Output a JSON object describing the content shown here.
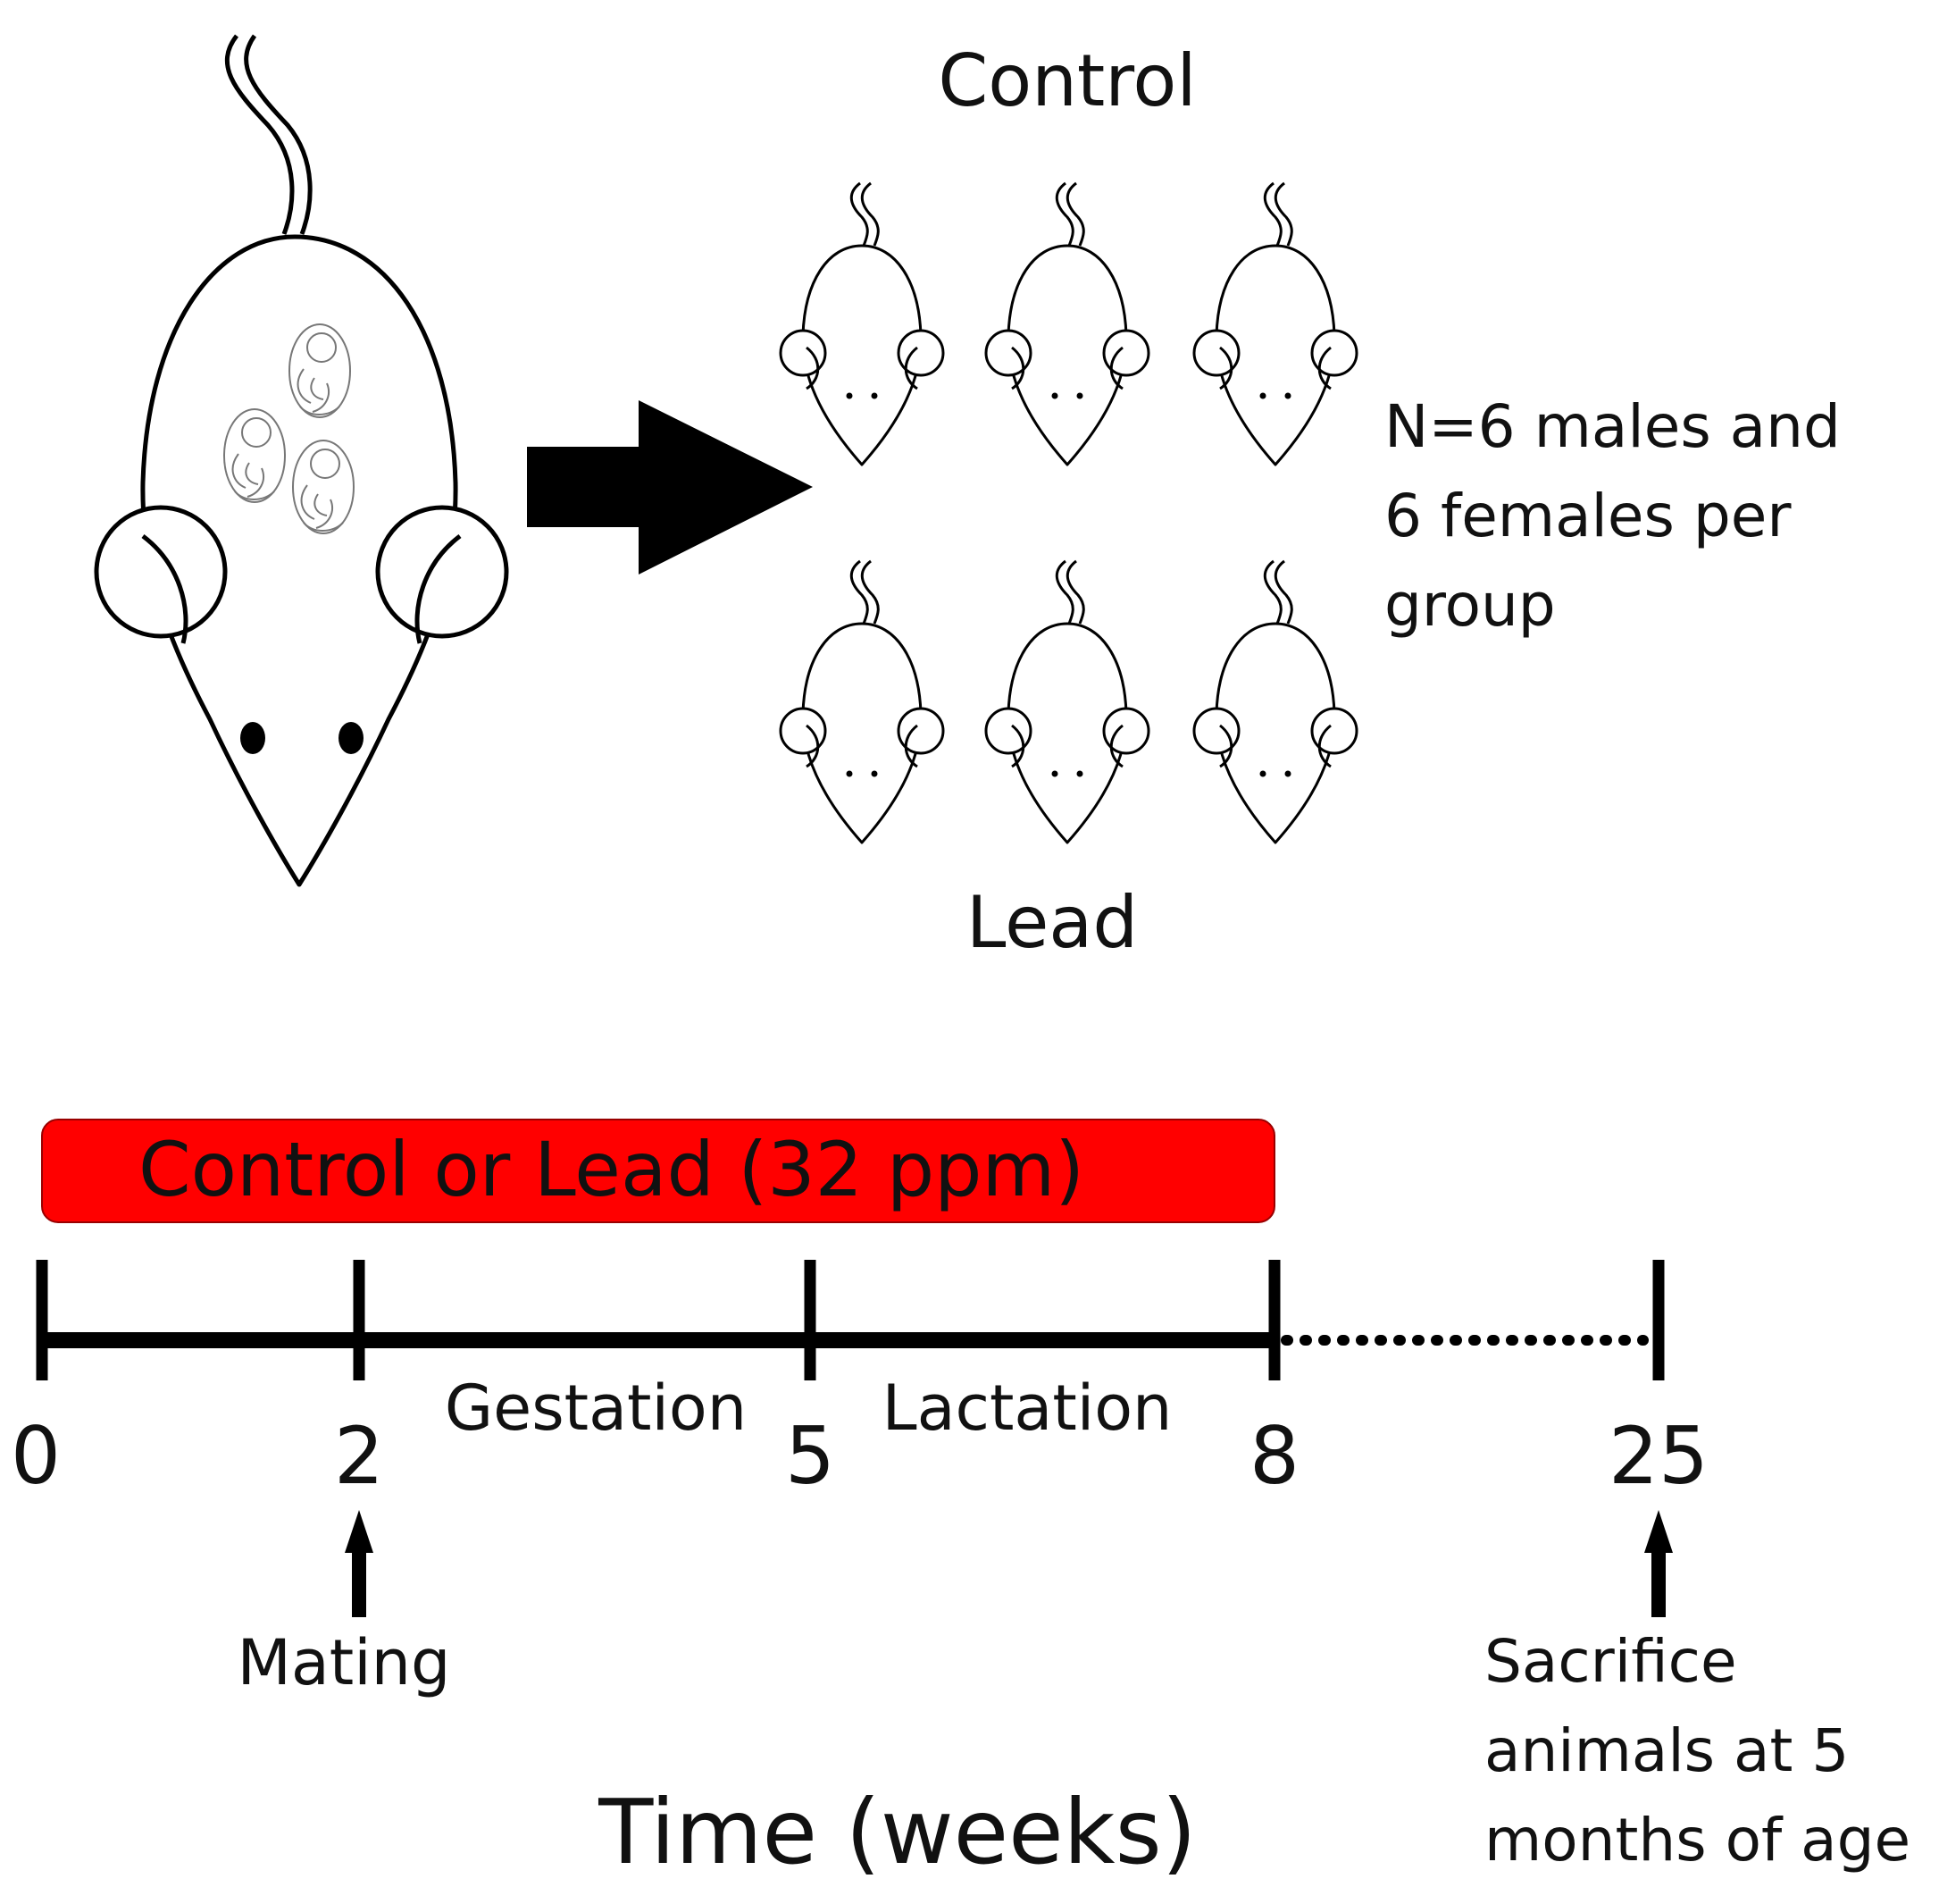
{
  "groups": {
    "control_label": "Control",
    "lead_label": "Lead",
    "group_size_lines": [
      "N=6 males and",
      "6 females per",
      "group"
    ]
  },
  "treatment_bar": {
    "label": "Control or Lead (32 ppm)",
    "color": "#ff0000"
  },
  "timeline": {
    "ticks": [
      "0",
      "2",
      "5",
      "8",
      "25"
    ],
    "phases": [
      "Gestation",
      "Lactation"
    ],
    "events": {
      "mating": "Mating",
      "sacrifice_lines": [
        "Sacrifice",
        "animals at 5",
        "months of age"
      ]
    },
    "axis_title": "Time (weeks)"
  },
  "icons": {
    "pregnant_dam": "pregnant-mouse-icon",
    "pup": "mouse-pup-icon",
    "fetus": "fetus-icon",
    "transition": "right-arrow-icon",
    "event_marker": "up-arrow-icon"
  }
}
